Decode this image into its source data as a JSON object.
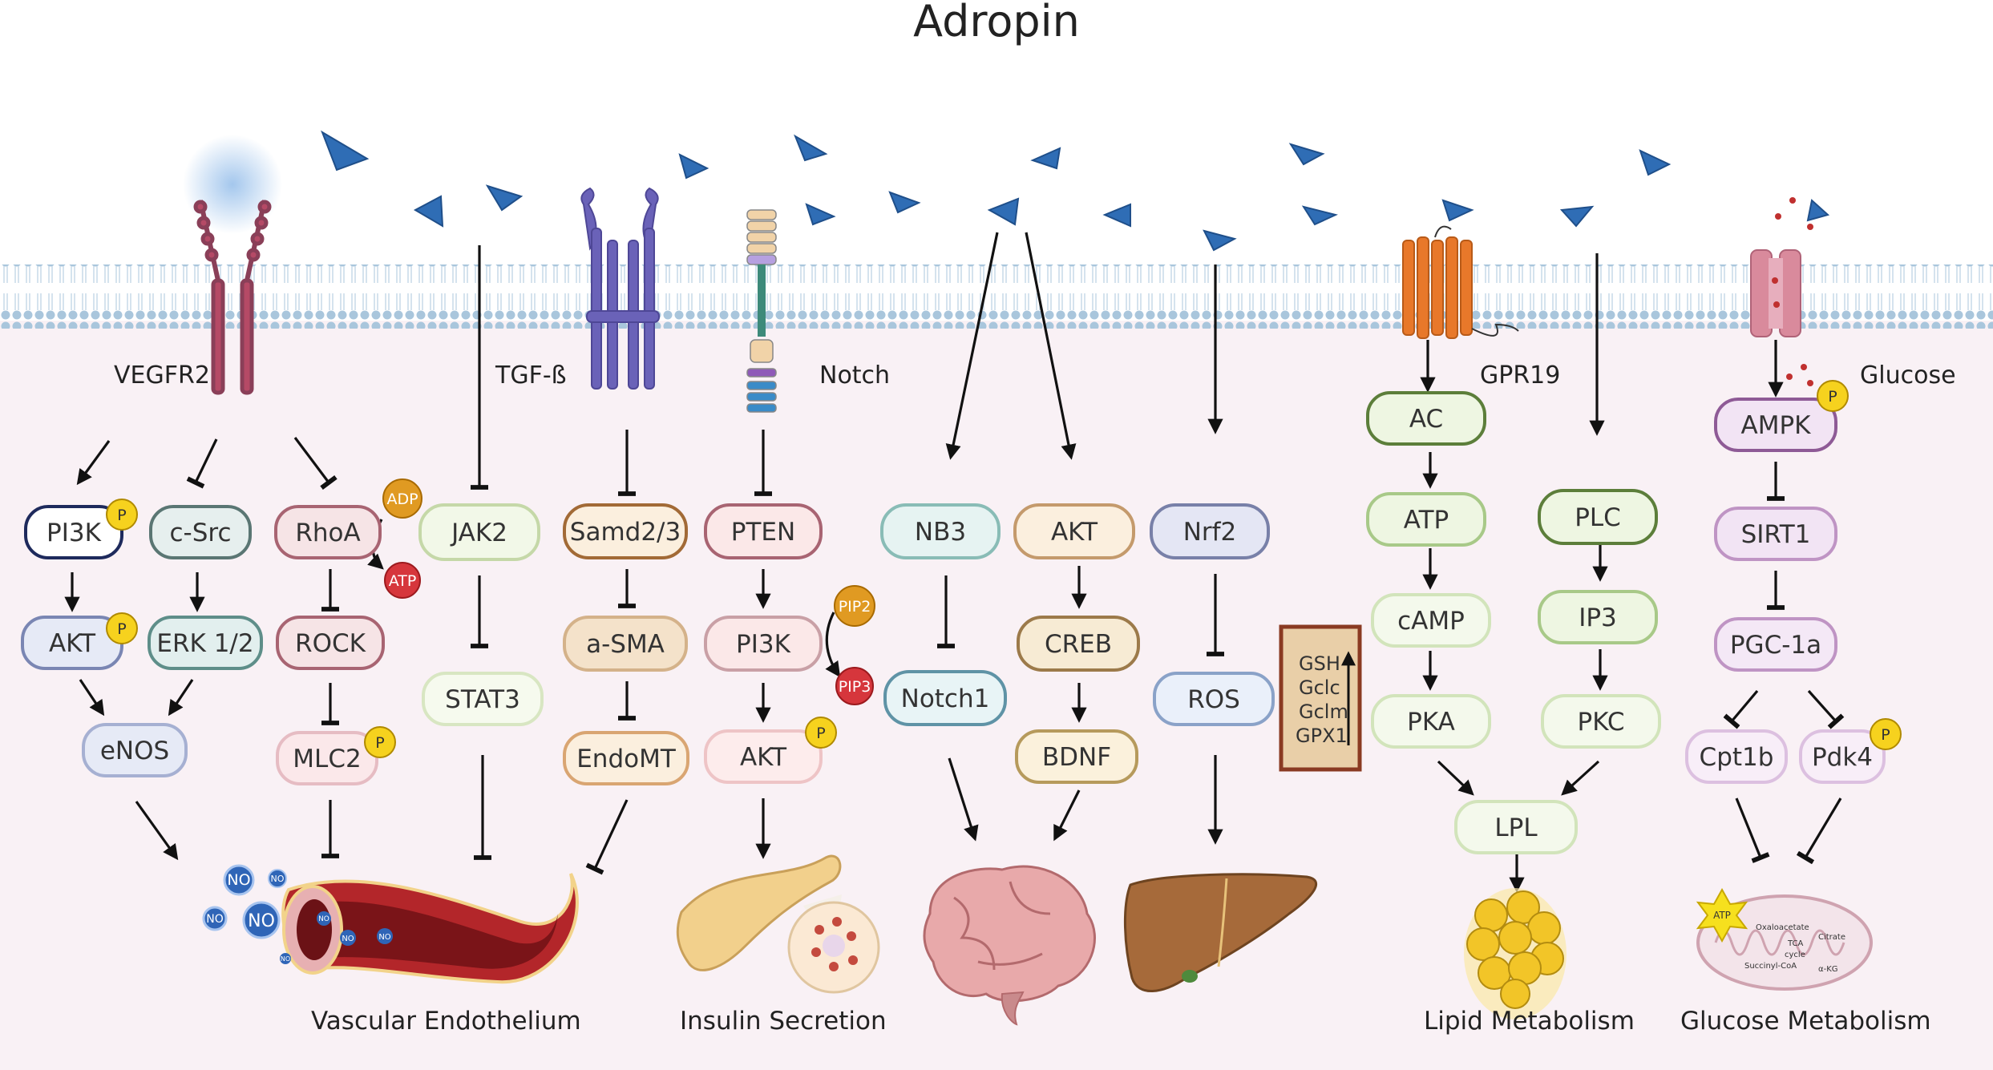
{
  "title": "Adropin",
  "receptors": {
    "vegfr2": "VEGFR2",
    "tgfb": "TGF-ß",
    "notch": "Notch",
    "gpr19": "GPR19",
    "glucose": "Glucose"
  },
  "nodes": {
    "pi3k_1": "PI3K",
    "csrc": "c-Src",
    "rhoa": "RhoA",
    "akt_1": "AKT",
    "erk": "ERK 1/2",
    "rock": "ROCK",
    "enos": "eNOS",
    "mlc2": "MLC2",
    "jak2": "JAK2",
    "stat3": "STAT3",
    "samd": "Samd2/3",
    "asma": "a-SMA",
    "endomt": "EndoMT",
    "pten": "PTEN",
    "pi3k_2": "PI3K",
    "akt_2": "AKT",
    "nb3": "NB3",
    "notch1": "Notch1",
    "akt_3": "AKT",
    "creb": "CREB",
    "bdnf": "BDNF",
    "nrf2": "Nrf2",
    "ros": "ROS",
    "ac": "AC",
    "atp": "ATP",
    "camp": "cAMP",
    "pka": "PKA",
    "plc": "PLC",
    "ip3": "IP3",
    "pkc": "PKC",
    "lpl": "LPL",
    "ampk": "AMPK",
    "sirt1": "SIRT1",
    "pgc": "PGC-1a",
    "cpt1b": "Cpt1b",
    "pdk4": "Pdk4"
  },
  "badges": {
    "p": "P",
    "adp": "ADP",
    "atp": "ATP",
    "pip2": "PIP2",
    "pip3": "PIP3",
    "no": "NO"
  },
  "antioxidants": [
    "GSH",
    "Gclc",
    "Gclm",
    "GPX1"
  ],
  "mito": {
    "atp": "ATP",
    "oxaloacetate": "Oxaloacetate",
    "citrate": "Citrate",
    "tca": "TCA",
    "cycle": "cycle",
    "succinyl": "Succinyl-CoA",
    "akg": "α-KG"
  },
  "captions": {
    "vascular": "Vascular Endothelium",
    "insulin": "Insulin Secretion",
    "lipid": "Lipid Metabolism",
    "glucose": "Glucose Metabolism"
  },
  "colors": {
    "ligand": "#2f6db5",
    "membrane": "#a9c6dc",
    "cytoplasm": "#f9f1f5"
  }
}
